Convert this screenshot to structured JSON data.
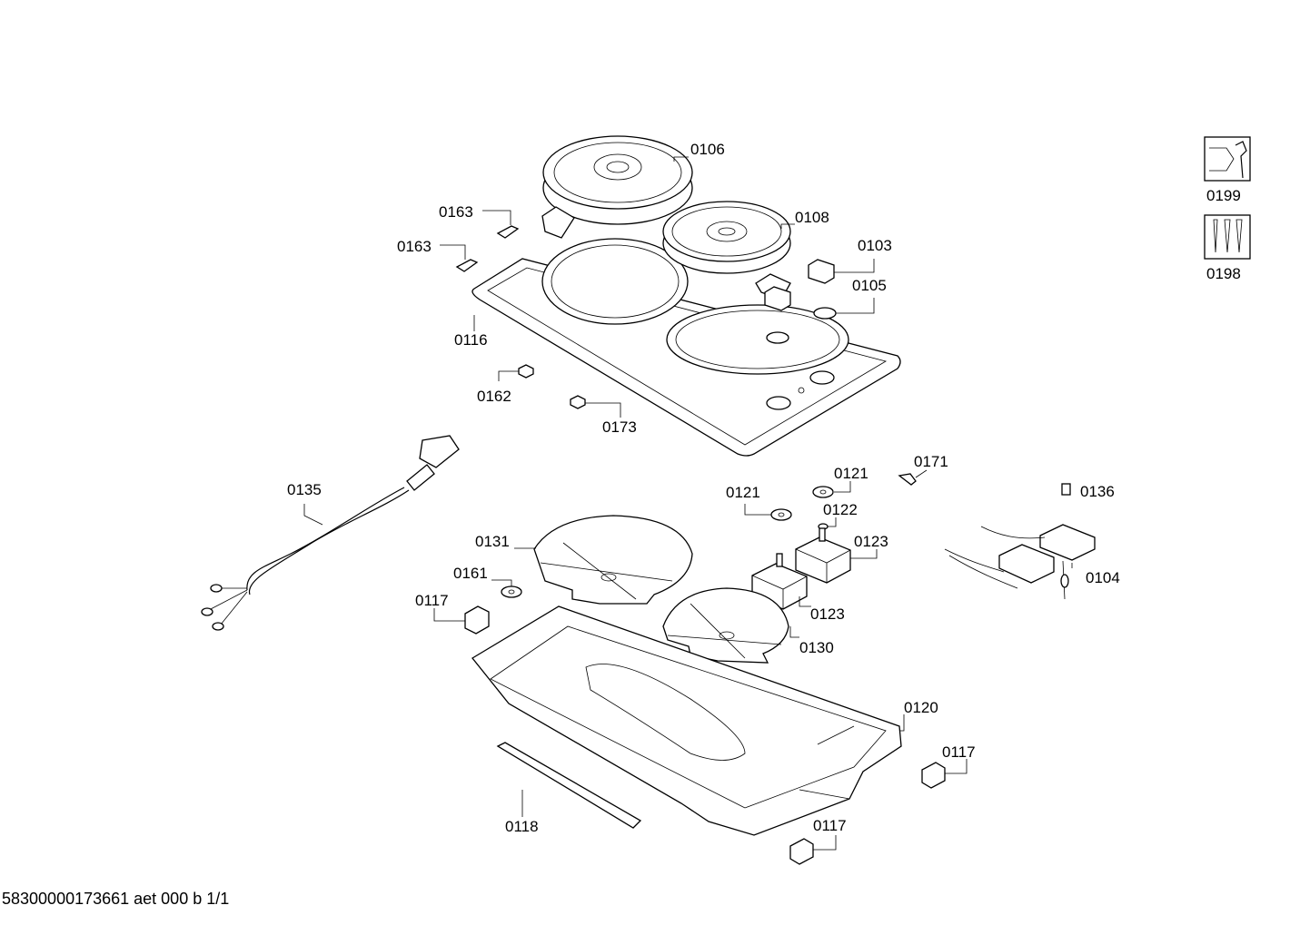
{
  "footer_text": "58300000173661 aet 000 b 1/1",
  "labels": {
    "p0106": "0106",
    "p0163a": "0163",
    "p0163b": "0163",
    "p0108": "0108",
    "p0103": "0103",
    "p0105": "0105",
    "p0116": "0116",
    "p0162": "0162",
    "p0173": "0173",
    "p0199": "0199",
    "p0198": "0198",
    "p0135": "0135",
    "p0171": "0171",
    "p0121a": "0121",
    "p0121b": "0121",
    "p0136": "0136",
    "p0122": "0122",
    "p0131": "0131",
    "p0123a": "0123",
    "p0123b": "0123",
    "p0161": "0161",
    "p0104": "0104",
    "p0117a": "0117",
    "p0117b": "0117",
    "p0117c": "0117",
    "p0130": "0130",
    "p0120": "0120",
    "p0118": "0118"
  }
}
